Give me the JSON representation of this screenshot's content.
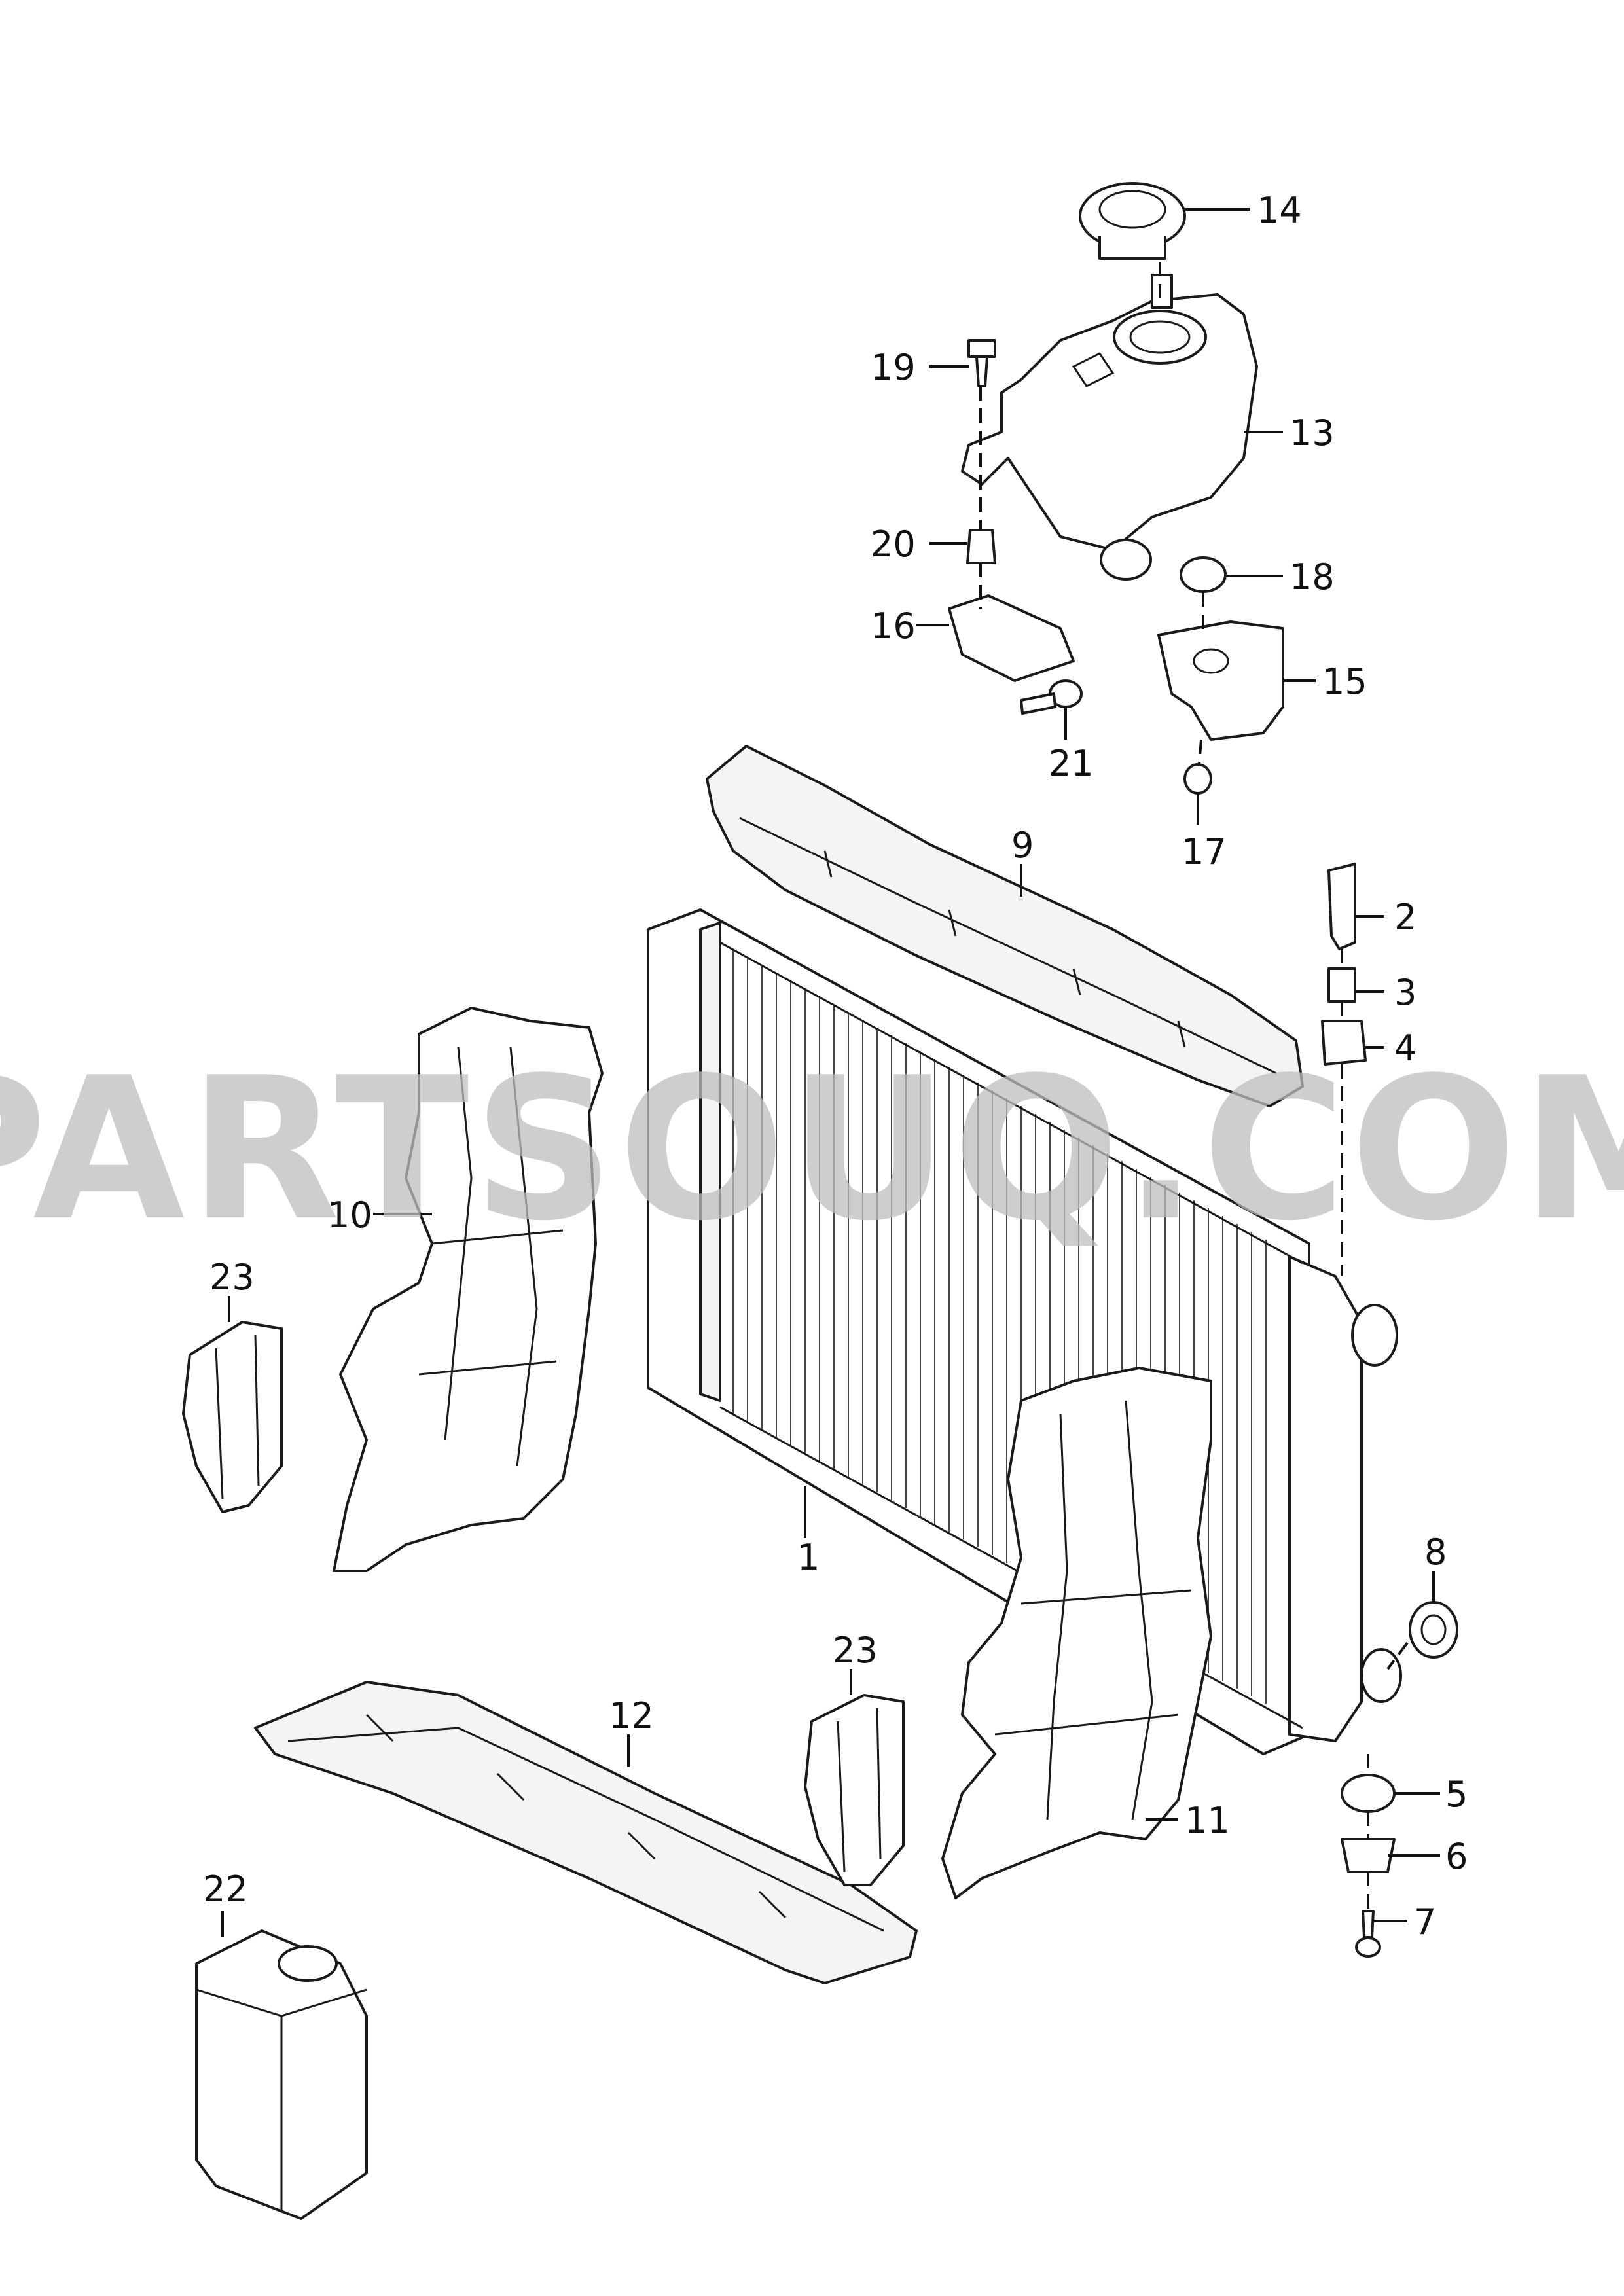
{
  "diagram": {
    "watermark": "PARTSOUQ.COM",
    "colors": {
      "line": "#1a1a1a",
      "background": "#ffffff",
      "watermark": "#bdbdbd"
    },
    "callouts": [
      {
        "id": "c1",
        "number": "1",
        "part": "radiator"
      },
      {
        "id": "c2",
        "number": "2",
        "part": "retaining-pin"
      },
      {
        "id": "c3",
        "number": "3",
        "part": "sleeve"
      },
      {
        "id": "c4",
        "number": "4",
        "part": "rubber-mount-upper"
      },
      {
        "id": "c5",
        "number": "5",
        "part": "rubber-mount-lower"
      },
      {
        "id": "c6",
        "number": "6",
        "part": "bracket-lower"
      },
      {
        "id": "c7",
        "number": "7",
        "part": "screw-lower"
      },
      {
        "id": "c8",
        "number": "8",
        "part": "grommet"
      },
      {
        "id": "c9",
        "number": "9",
        "part": "air-guide-upper"
      },
      {
        "id": "c10",
        "number": "10",
        "part": "air-duct-left"
      },
      {
        "id": "c11",
        "number": "11",
        "part": "air-duct-right"
      },
      {
        "id": "c12",
        "number": "12",
        "part": "air-guide-lower"
      },
      {
        "id": "c13",
        "number": "13",
        "part": "coolant-expansion-tank"
      },
      {
        "id": "c14",
        "number": "14",
        "part": "tank-cap"
      },
      {
        "id": "c15",
        "number": "15",
        "part": "tank-bracket"
      },
      {
        "id": "c16",
        "number": "16",
        "part": "mounting-bracket"
      },
      {
        "id": "c17",
        "number": "17",
        "part": "nut"
      },
      {
        "id": "c18",
        "number": "18",
        "part": "clip-nut"
      },
      {
        "id": "c19",
        "number": "19",
        "part": "screw-upper"
      },
      {
        "id": "c20",
        "number": "20",
        "part": "clip"
      },
      {
        "id": "c21",
        "number": "21",
        "part": "bolt"
      },
      {
        "id": "c22",
        "number": "22",
        "part": "coolant-container"
      },
      {
        "id": "c23a",
        "number": "23",
        "part": "seal-left"
      },
      {
        "id": "c23b",
        "number": "23",
        "part": "seal-right"
      }
    ]
  }
}
